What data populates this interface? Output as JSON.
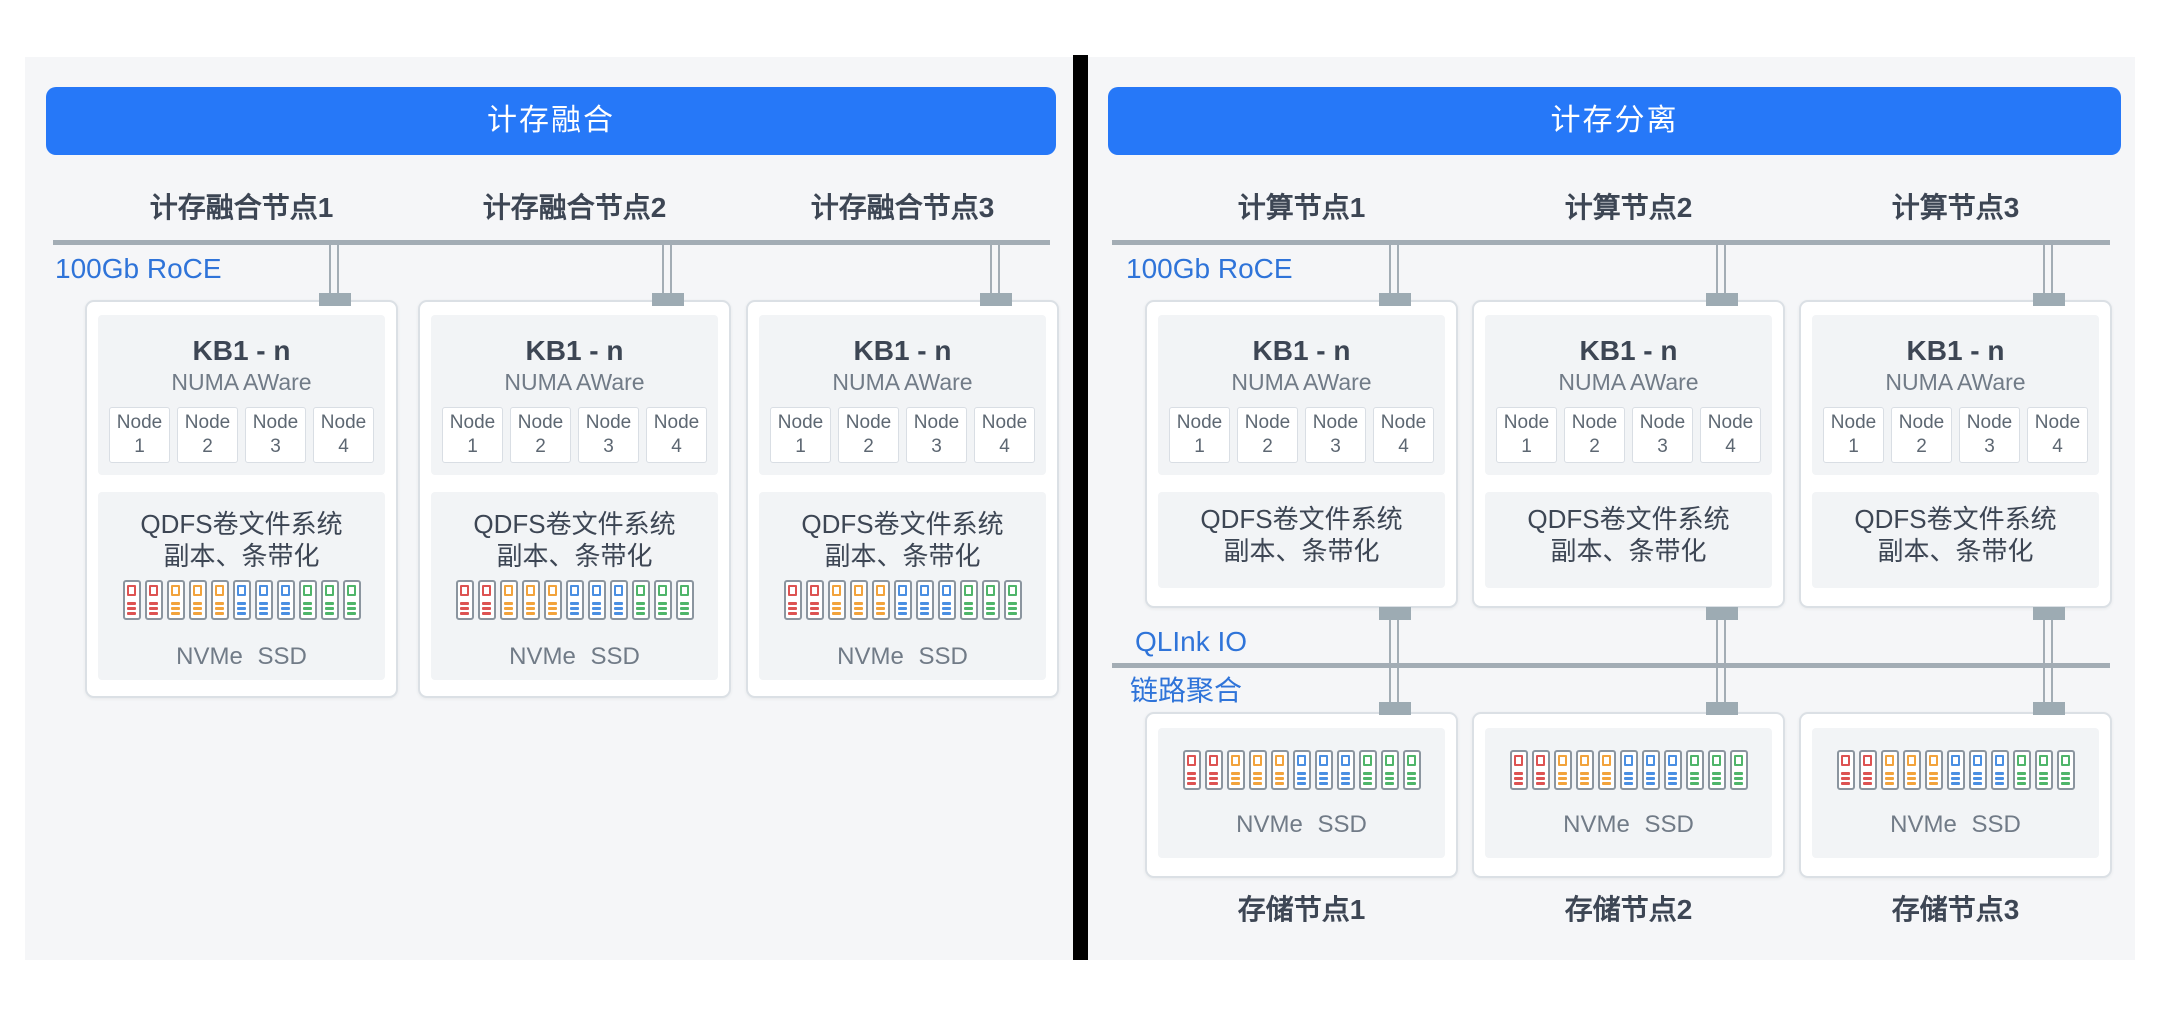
{
  "left": {
    "header": "计存融合",
    "network_label": "100Gb RoCE",
    "node_titles": [
      "计存融合节点1",
      "计存融合节点2",
      "计存融合节点3"
    ]
  },
  "right": {
    "header": "计存分离",
    "network_label": "100Gb RoCE",
    "interconnect_label": "QLInk IO",
    "aggregation_label": "链路聚合",
    "compute_titles": [
      "计算节点1",
      "计算节点2",
      "计算节点3"
    ],
    "storage_titles": [
      "存储节点1",
      "存储节点2",
      "存储节点3"
    ]
  },
  "cpu_box": {
    "title": "KB1 - n",
    "subtitle": "NUMA AWare",
    "numa_label": "Node",
    "numa_ids": [
      "1",
      "2",
      "3",
      "4"
    ]
  },
  "fs_box": {
    "line1": "QDFS卷文件系统",
    "line2": "副本、条带化"
  },
  "ssd": {
    "label": "NVMe SSD",
    "slot_border": "#8b959f",
    "slot_colors": [
      "#dd5352",
      "#dd5352",
      "#f2a33c",
      "#f2a33c",
      "#f2a33c",
      "#4a8fe2",
      "#4a8fe2",
      "#4a8fe2",
      "#4fb56a",
      "#4fb56a",
      "#4fb56a"
    ]
  },
  "colors": {
    "header_blue": "#2678f8",
    "label_blue": "#2f74d9",
    "dark_text": "#3d4654",
    "muted_text": "#717b87",
    "bus_gray": "#a3adb5",
    "panel_bg": "#f5f6f8",
    "divider": "#000000"
  }
}
